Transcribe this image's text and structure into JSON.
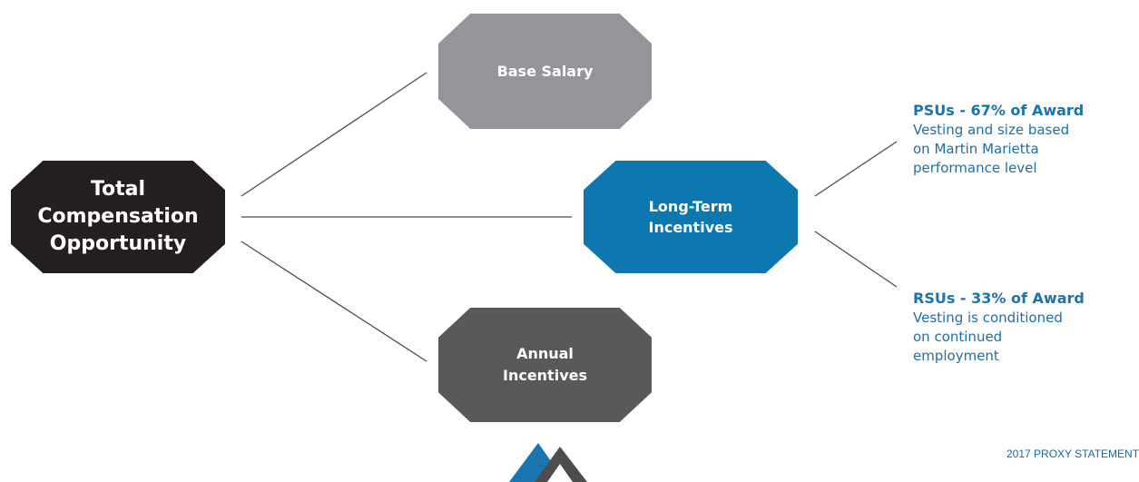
{
  "nodes": {
    "total": {
      "lines": [
        "Total",
        "Compensation",
        "Opportunity"
      ]
    },
    "base": {
      "lines": [
        "Base Salary"
      ]
    },
    "lti": {
      "lines": [
        "Long-Term",
        "Incentives"
      ]
    },
    "annual": {
      "lines": [
        "Annual",
        "Incentives"
      ]
    }
  },
  "awards": {
    "psu": {
      "title": "PSUs - 67% of Award",
      "lines": [
        "Vesting and size based",
        "on Martin Marietta",
        "performance level"
      ]
    },
    "rsu": {
      "title": "RSUs - 33% of Award",
      "lines": [
        "Vesting is conditioned",
        "on continued",
        "employment"
      ]
    }
  },
  "footer": {
    "text": "2017 PROXY STATEMENT"
  },
  "colors": {
    "total": "#231f20",
    "base": "#939598",
    "lti": "#0d77b0",
    "annual": "#58595b",
    "award_text": "#1a74ae"
  },
  "logo": {
    "icon": "mountain-logo-icon"
  }
}
